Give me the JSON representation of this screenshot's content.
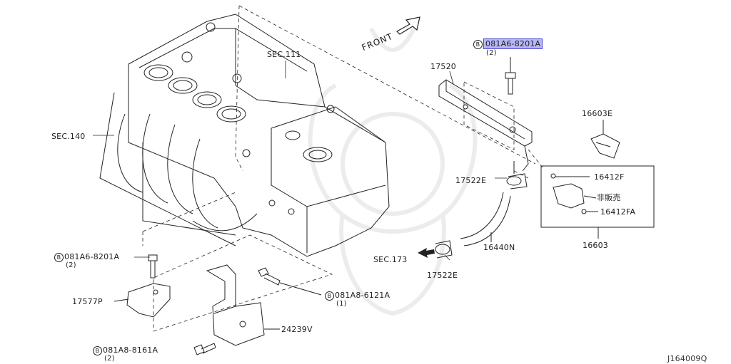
{
  "colors": {
    "line": "#222222",
    "highlight": "#b7b7f5",
    "highlight_border": "#4a4ad0",
    "watermark": "#ececec"
  },
  "diagram": {
    "front": "FRONT",
    "sec_111": "SEC.111",
    "sec_140": "SEC.140",
    "sec_173": "SEC.173",
    "bolt_top": {
      "part": "081A6-8201A",
      "qty": "(2)"
    },
    "p17520": "17520",
    "p16603E": "16603E",
    "p17522E_upper": "17522E",
    "p16412F": "16412F",
    "not_for_sale": "非販売",
    "p16412FA": "16412FA",
    "p16603": "16603",
    "p16440N": "16440N",
    "p17522E_lower": "17522E",
    "bolt_left": {
      "part": "081A6-8201A",
      "qty": "(2)"
    },
    "bolt_mid": {
      "part": "081A8-6121A",
      "qty": "(1)"
    },
    "p17577P": "17577P",
    "p24239V": "24239V",
    "bolt_bottom": {
      "part": "081A8-8161A",
      "qty": "(2)"
    },
    "bolt_marker": "B",
    "ref_code": "J164009Q"
  }
}
